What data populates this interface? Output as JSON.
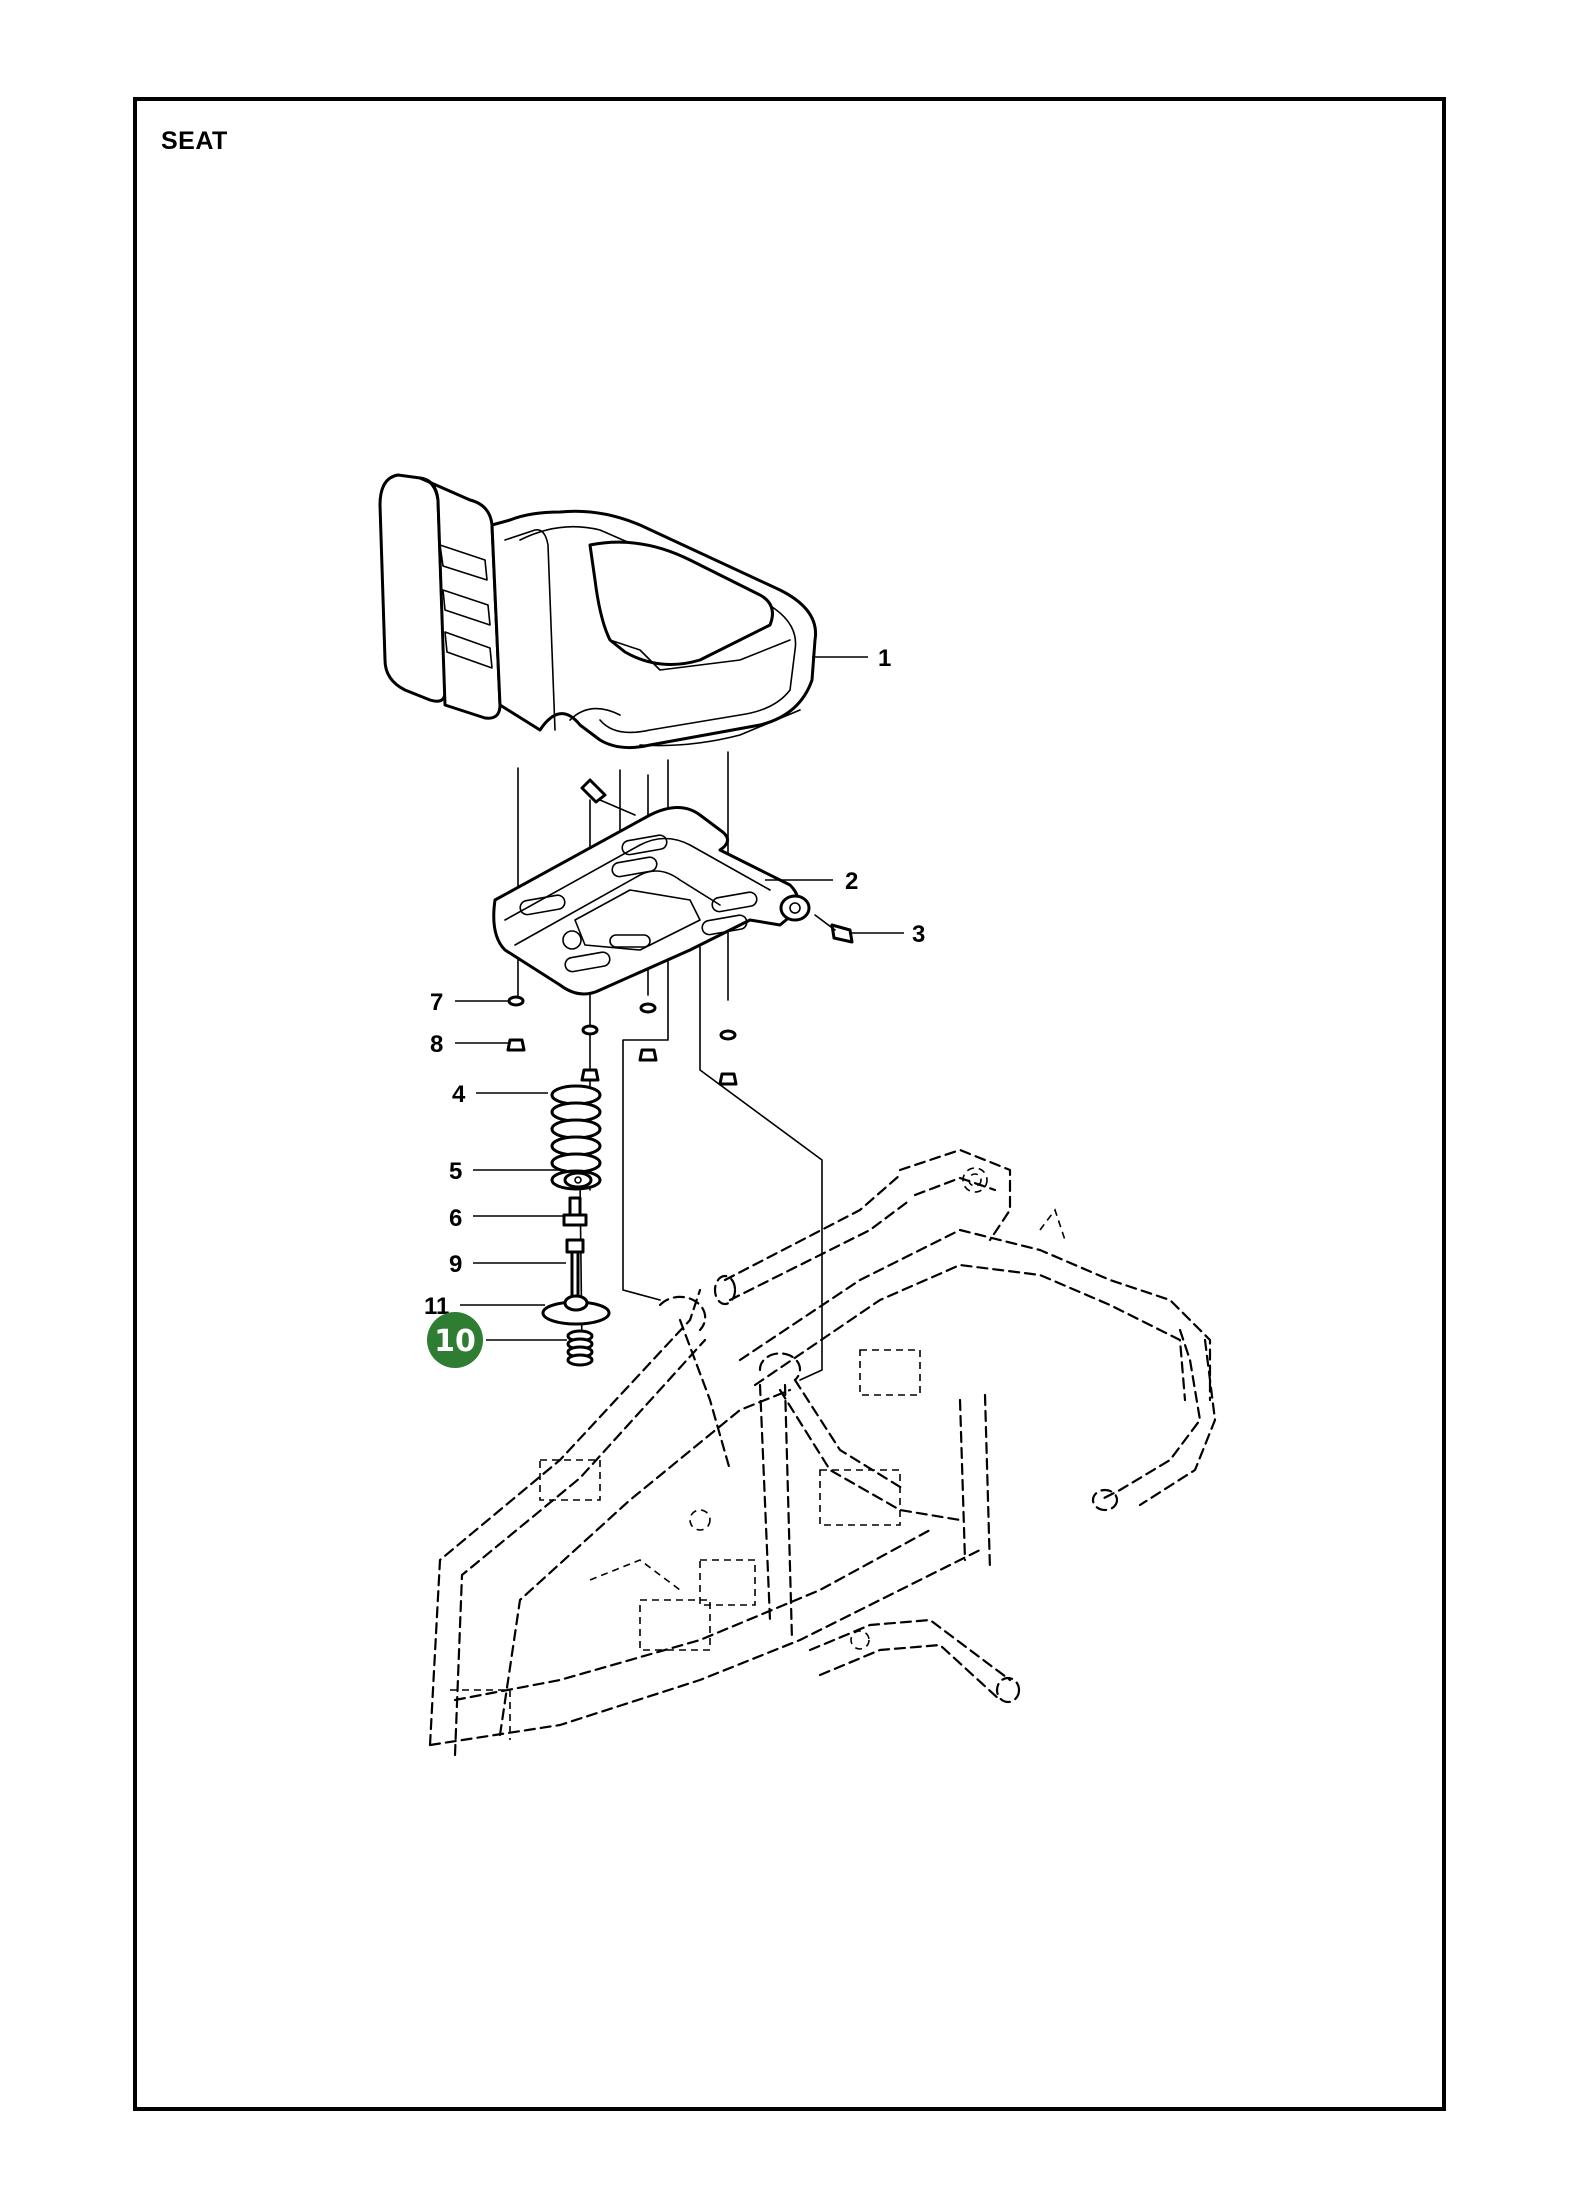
{
  "page": {
    "title": "SEAT"
  },
  "callouts": [
    {
      "number": "1",
      "part": "seat"
    },
    {
      "number": "2",
      "part": "seat-plate"
    },
    {
      "number": "3",
      "part": "bolt"
    },
    {
      "number": "4",
      "part": "spring"
    },
    {
      "number": "5",
      "part": "washer"
    },
    {
      "number": "6",
      "part": "bolt"
    },
    {
      "number": "7",
      "part": "washer"
    },
    {
      "number": "8",
      "part": "bolt"
    },
    {
      "number": "9",
      "part": "pin"
    },
    {
      "number": "10",
      "part": "spring",
      "highlighted": true
    },
    {
      "number": "11",
      "part": "cap"
    }
  ],
  "colors": {
    "highlight": "#2f7d32",
    "ink": "#000000",
    "paper": "#ffffff"
  }
}
